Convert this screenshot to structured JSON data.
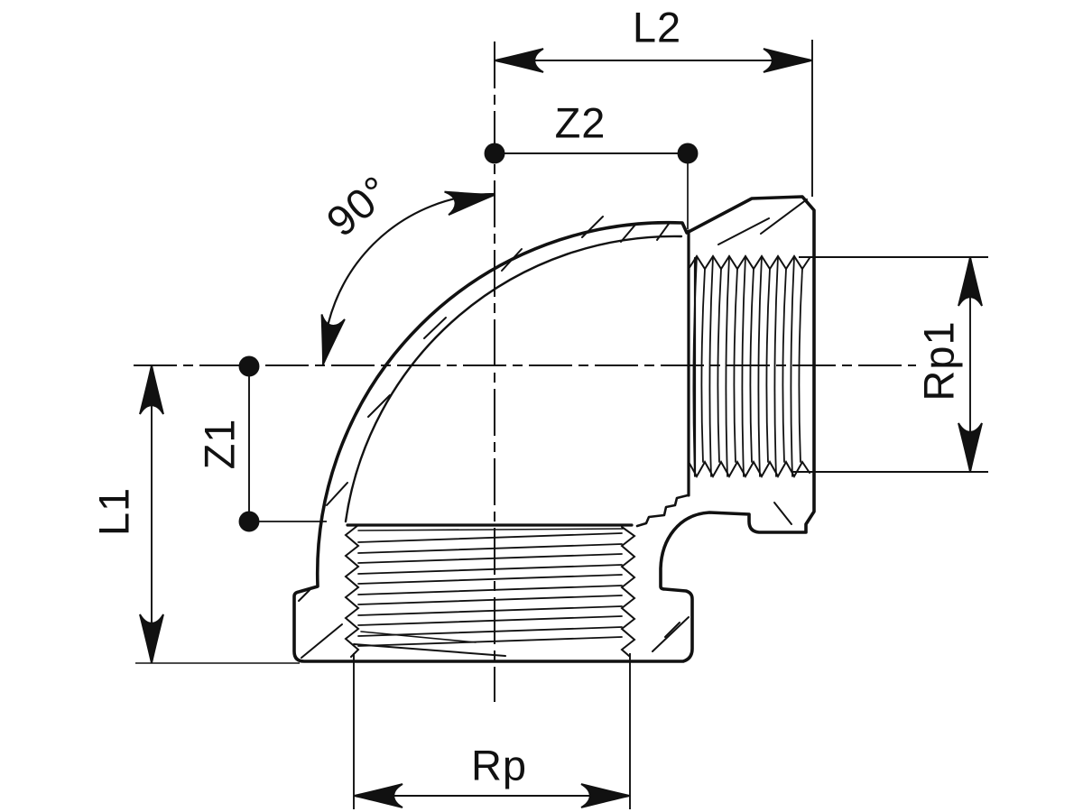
{
  "drawing": {
    "kind": "dimensioned technical drawing",
    "subject": "90-degree elbow pipe fitting with internal (female) threads, section view",
    "colors": {
      "line": "#111111",
      "background": "#ffffff"
    },
    "dimensions": {
      "l2": {
        "label": "L2"
      },
      "z2": {
        "label": "Z2"
      },
      "angle": {
        "label": "90°"
      },
      "rp1": {
        "label": "Rp1"
      },
      "z1": {
        "label": "Z1"
      },
      "l1": {
        "label": "L1"
      },
      "rp": {
        "label": "Rp"
      }
    }
  }
}
